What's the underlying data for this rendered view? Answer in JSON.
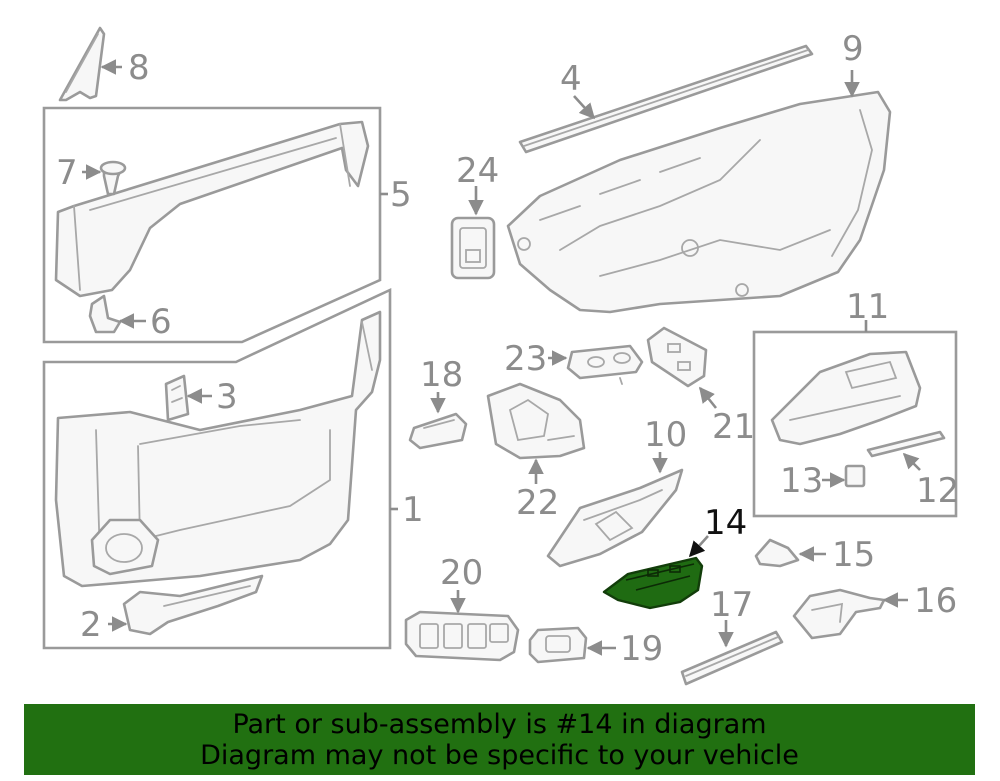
{
  "callouts": {
    "c1": "1",
    "c2": "2",
    "c3": "3",
    "c4": "4",
    "c5": "5",
    "c6": "6",
    "c7": "7",
    "c8": "8",
    "c9": "9",
    "c10": "10",
    "c11": "11",
    "c12": "12",
    "c13": "13",
    "c14": "14",
    "c15": "15",
    "c16": "16",
    "c17": "17",
    "c18": "18",
    "c19": "19",
    "c20": "20",
    "c21": "21",
    "c22": "22",
    "c23": "23",
    "c24": "24"
  },
  "highlighted_part": "14",
  "colors": {
    "banner": "#217011",
    "highlight": "#1f6b12",
    "line": "#9a9a9a"
  },
  "banner": {
    "line1": "Part or sub-assembly is #14 in diagram",
    "line2": "Diagram may not be specific to your vehicle"
  }
}
